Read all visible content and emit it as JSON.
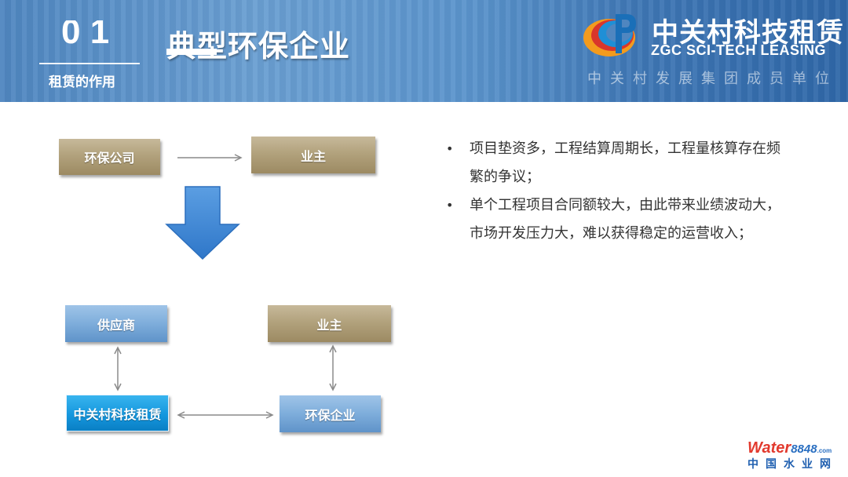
{
  "header": {
    "section_number": "0 1",
    "subtitle": "租赁的作用",
    "title": "典型环保企业"
  },
  "logo": {
    "name_cn": "中关村科技租赁",
    "name_en": "ZGC SCI-TECH LEASING",
    "group_line": "中关村发展集团成员单位"
  },
  "diagram": {
    "top_left": "环保公司",
    "top_right": "业主",
    "supplier": "供应商",
    "owner": "业主",
    "lessor": "中关村科技租赁",
    "enterprise": "环保企业"
  },
  "bullets": [
    "项目垫资多，工程结算周期长，工程量核算存在频繁的争议；",
    "单个工程项目合同额较大，由此带来业绩波动大，市场开发压力大，难以获得稳定的运营收入；"
  ],
  "watermark": {
    "brand": "Water",
    "number": "8848",
    "suffix": ".com",
    "cn": "中国水业网"
  },
  "colors": {
    "header_blue": "#4f86c0",
    "box_tan": "#b2a27d",
    "box_blue": "#7eaddb",
    "box_highlight": "#1597de",
    "arrow_blue": "#3f86d6"
  }
}
